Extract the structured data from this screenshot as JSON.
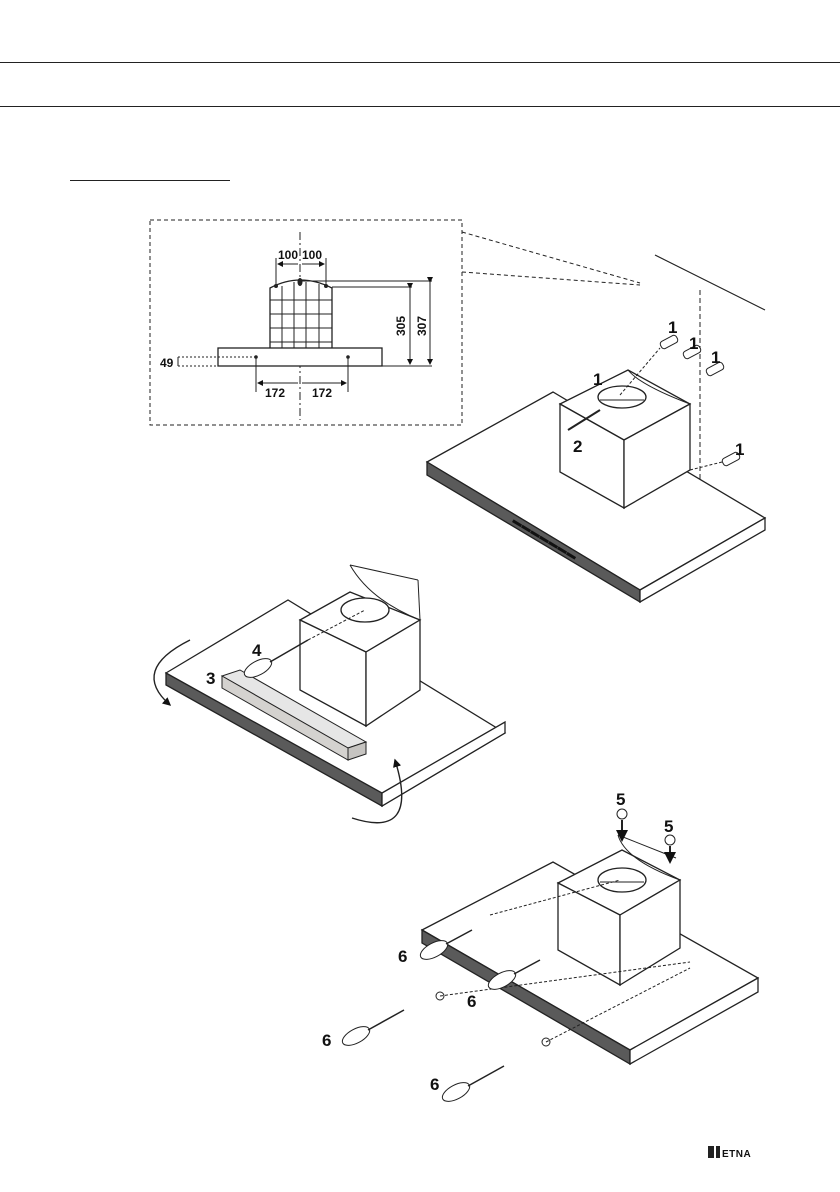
{
  "detail": {
    "dims": {
      "top_left": "100",
      "top_right": "100",
      "height_inner": "305",
      "height_outer": "307",
      "bottom_left": "172",
      "bottom_right": "172",
      "side": "49"
    }
  },
  "step1": {
    "dowel_label": "1",
    "screw_label": "2"
  },
  "step2": {
    "filter_label": "3",
    "screwdriver_label": "4"
  },
  "step3": {
    "washer_label": "5",
    "screwdriver_label": "6"
  },
  "footer": {
    "brand_logo": "ETNA"
  }
}
